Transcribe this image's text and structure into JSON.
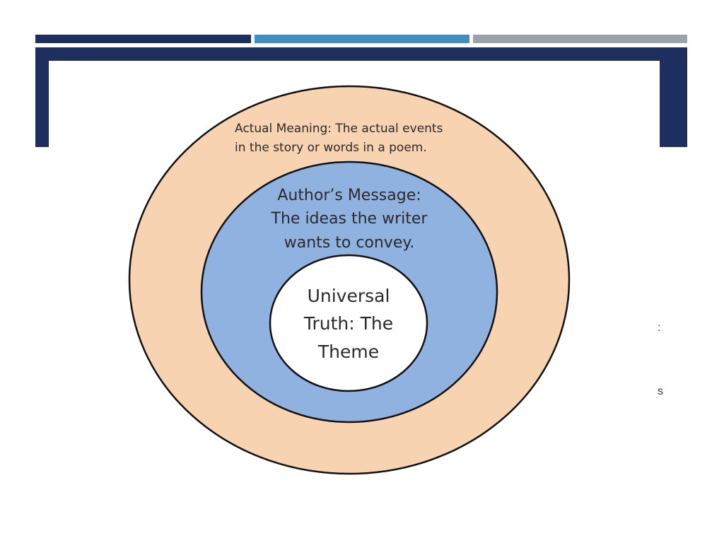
{
  "colors": {
    "header_bar_navy": "#1c2f5e",
    "header_bar_blue": "#3f8fc2",
    "header_bar_gray": "#9aa3ab",
    "outer_ring": "#f8d3b1",
    "middle_ring": "#8fb2e1",
    "inner_circle": "#ffffff",
    "outline": "#111111"
  },
  "diagram": {
    "outer": {
      "line1": "Actual Meaning: The actual events",
      "line2": "in the story or words in a poem."
    },
    "middle": {
      "line1": "Author’s Message:",
      "line2": "The ideas the writer",
      "line3": "wants to convey."
    },
    "inner": {
      "line1": "Universal",
      "line2": "Truth: The",
      "line3": "Theme"
    }
  },
  "slide_fragments": {
    "frag1": ":",
    "frag2": "s"
  }
}
